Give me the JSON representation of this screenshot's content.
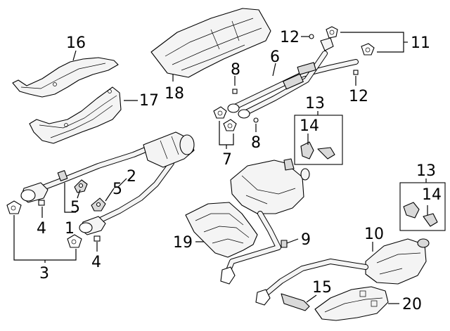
{
  "diagram": {
    "callouts": [
      {
        "id": "c1",
        "text": "1"
      },
      {
        "id": "c2",
        "text": "2"
      },
      {
        "id": "c3",
        "text": "3"
      },
      {
        "id": "c4a",
        "text": "4"
      },
      {
        "id": "c4b",
        "text": "4"
      },
      {
        "id": "c5a",
        "text": "5"
      },
      {
        "id": "c5b",
        "text": "5"
      },
      {
        "id": "c6",
        "text": "6"
      },
      {
        "id": "c7",
        "text": "7"
      },
      {
        "id": "c8a",
        "text": "8"
      },
      {
        "id": "c8b",
        "text": "8"
      },
      {
        "id": "c9",
        "text": "9"
      },
      {
        "id": "c10",
        "text": "10"
      },
      {
        "id": "c11",
        "text": "11"
      },
      {
        "id": "c12a",
        "text": "12"
      },
      {
        "id": "c12b",
        "text": "12"
      },
      {
        "id": "c13a",
        "text": "13"
      },
      {
        "id": "c13b",
        "text": "13"
      },
      {
        "id": "c14a",
        "text": "14"
      },
      {
        "id": "c14b",
        "text": "14"
      },
      {
        "id": "c15",
        "text": "15"
      },
      {
        "id": "c16",
        "text": "16"
      },
      {
        "id": "c17",
        "text": "17"
      },
      {
        "id": "c18",
        "text": "18"
      },
      {
        "id": "c19",
        "text": "19"
      },
      {
        "id": "c20",
        "text": "20"
      }
    ]
  }
}
